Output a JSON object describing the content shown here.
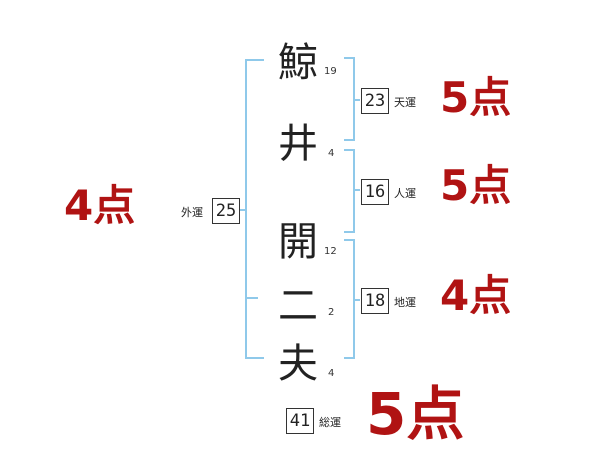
{
  "name": {
    "chars": [
      {
        "char": "鯨",
        "strokes": "19"
      },
      {
        "char": "井",
        "strokes": "4"
      },
      {
        "char": "開",
        "strokes": "12"
      },
      {
        "char": "二",
        "strokes": "2"
      },
      {
        "char": "夫",
        "strokes": "4"
      }
    ]
  },
  "fortunes": {
    "tenkaku": {
      "value": "23",
      "label": "天運",
      "score": "5点"
    },
    "jinkaku": {
      "value": "16",
      "label": "人運",
      "score": "5点"
    },
    "chikaku": {
      "value": "18",
      "label": "地運",
      "score": "4点"
    },
    "gaikaku": {
      "value": "25",
      "label": "外運",
      "score": "4点"
    },
    "soukaku": {
      "value": "41",
      "label": "総運",
      "score": "5点"
    }
  },
  "colors": {
    "bracket": "#8fc9ea",
    "score": "#b01313"
  }
}
